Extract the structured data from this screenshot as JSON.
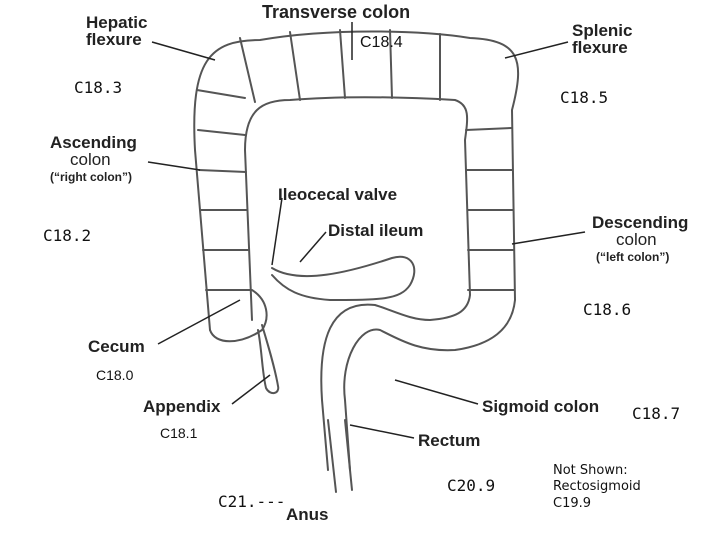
{
  "labels": {
    "hepatic_flexure": [
      "Hepatic",
      "flexure"
    ],
    "transverse_colon": "Transverse colon",
    "splenic_flexure": [
      "Splenic",
      "flexure"
    ],
    "ascending_colon": [
      "Ascending",
      "colon"
    ],
    "ascending_note": "(“right colon”)",
    "ileocecal_valve": "Ileocecal valve",
    "distal_ileum": "Distal ileum",
    "descending_colon": [
      "Descending",
      "colon"
    ],
    "descending_note": "(“left colon”)",
    "cecum": "Cecum",
    "appendix": "Appendix",
    "sigmoid_colon": "Sigmoid colon",
    "rectum": "Rectum",
    "anus": "Anus"
  },
  "codes": {
    "transverse": "C18.4",
    "hepatic": "C18.3",
    "splenic": "C18.5",
    "ascending": "C18.2",
    "descending": "C18.6",
    "cecum": "C18.0",
    "appendix": "C18.1",
    "sigmoid": "C18.7",
    "rectum": "C20.9",
    "anus": "C21.---"
  },
  "note": {
    "line1": "Not Shown:",
    "line2": "Rectosigmoid",
    "line3": "C19.9"
  },
  "colors": {
    "ink": "#222222",
    "outline": "#555555",
    "background": "#ffffff"
  }
}
